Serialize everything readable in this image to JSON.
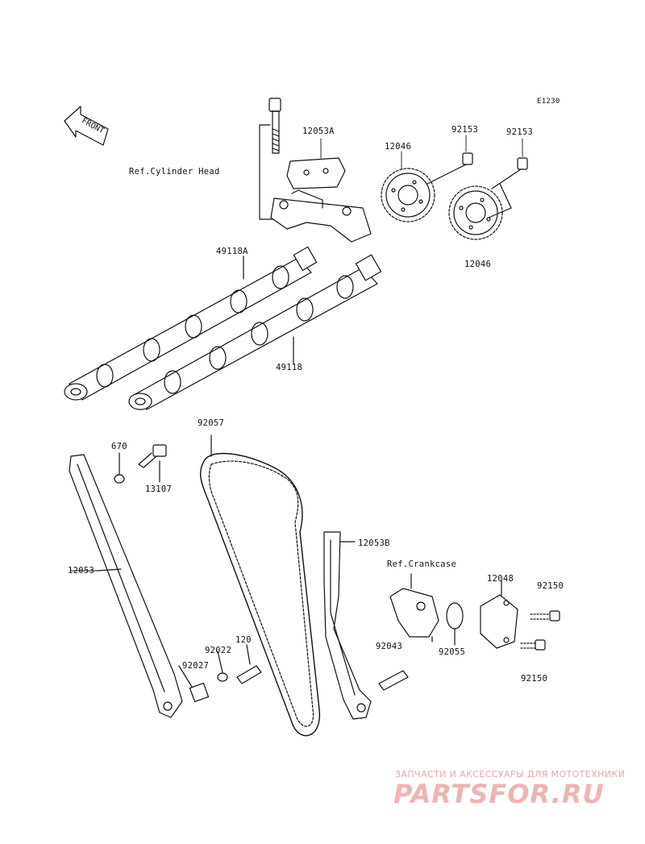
{
  "diagram": {
    "code": "E1230",
    "front_label": "FRONT",
    "references": {
      "cylinder_head": "Ref.Cylinder Head",
      "crankcase": "Ref.Crankcase"
    },
    "part_numbers": {
      "p12053A": "12053A",
      "p92153a": "92153",
      "p92153b": "92153",
      "p12046a": "12046",
      "p12046b": "12046",
      "p49118A": "49118A",
      "p49118": "49118",
      "p92057": "92057",
      "p670": "670",
      "p13107": "13107",
      "p12053B": "12053B",
      "p12053": "12053",
      "p12048": "12048",
      "p92150a": "92150",
      "p92150b": "92150",
      "p120": "120",
      "p92022": "92022",
      "p92027": "92027",
      "p92043": "92043",
      "p92055": "92055"
    }
  },
  "watermark": {
    "tagline": "ЗАПЧАСТИ И АКСЕССУАРЫ ДЛЯ МОТОТЕХНИКИ",
    "logo": "PARTSFOR.RU"
  }
}
